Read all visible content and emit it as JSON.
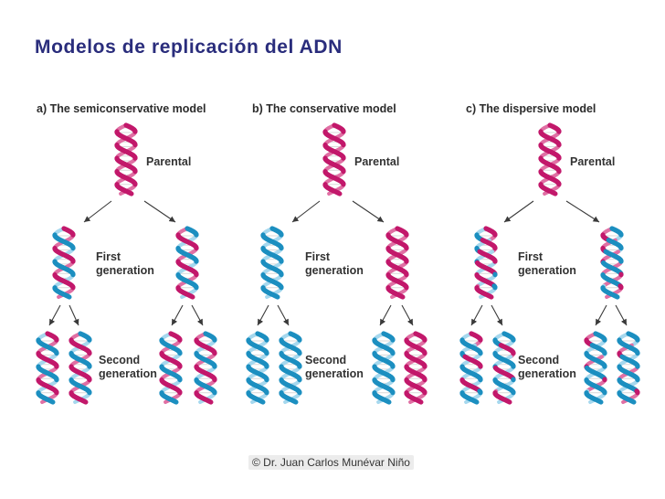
{
  "title": "Modelos de replicación del ADN",
  "copyright": "© Dr. Juan Carlos Munévar Niño",
  "colors": {
    "title": "#2a2d7c",
    "old_strand": "#c2186b",
    "old_strand_light": "#e070a4",
    "new_strand": "#1c8fc0",
    "new_strand_light": "#a6d8ee"
  },
  "models": [
    {
      "title": "a) The semiconservative model",
      "parental_label": "Parental",
      "first_label": [
        "First",
        "generation"
      ],
      "second_label": [
        "Second",
        "generation"
      ]
    },
    {
      "title": "b) The conservative model",
      "parental_label": "Parental",
      "first_label": [
        "First",
        "generation"
      ],
      "second_label": [
        "Second",
        "generation"
      ]
    },
    {
      "title": "c) The dispersive model",
      "parental_label": "Parental",
      "first_label": [
        "First",
        "generation"
      ],
      "second_label": [
        "Second",
        "generation"
      ]
    }
  ]
}
